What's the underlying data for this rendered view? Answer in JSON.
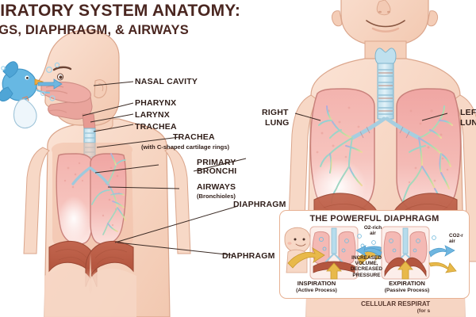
{
  "title": {
    "line1": "PIRATORY SYSTEM ANATOMY:",
    "line2": "NGS, DIAPHRAGM, & AIRWAYS",
    "color": "#4a2620"
  },
  "left_figure": {
    "labels": [
      {
        "id": "nasal-cavity",
        "text": "NASAL CAVITY"
      },
      {
        "id": "pharynx",
        "text": "PHARYNX"
      },
      {
        "id": "larynx",
        "text": "LARYNX"
      },
      {
        "id": "trachea",
        "text": "TRACHEA"
      },
      {
        "id": "trachea-detail",
        "text": "TRACHEA"
      },
      {
        "id": "trachea-detail-sub",
        "text": "(with C-shaped cartilage rings)"
      },
      {
        "id": "primary-bronchi",
        "text": "PRIMARY"
      },
      {
        "id": "primary-bronchi-2",
        "text": "BRONCHI"
      },
      {
        "id": "airways",
        "text": "AIRWAYS"
      },
      {
        "id": "airways-sub",
        "text": "(Bronchioles)"
      },
      {
        "id": "diaphragm-upper",
        "text": "DIAPHRAGM"
      },
      {
        "id": "diaphragm-lower",
        "text": "DIAPHRAGM"
      }
    ],
    "mascot": {
      "name": "bird-mascot",
      "tag_label": "O"
    }
  },
  "right_figure": {
    "labels": [
      {
        "id": "right-lung-1",
        "text": "RIGHT"
      },
      {
        "id": "right-lung-2",
        "text": "LUNG"
      },
      {
        "id": "left-lung-1",
        "text": "LEF"
      },
      {
        "id": "left-lung-2",
        "text": "LUN"
      }
    ]
  },
  "panel": {
    "title": "THE POWERFUL DIAPHRAGM",
    "inspiration": {
      "main": "INSPIRATION",
      "sub": "(Active Process)"
    },
    "expiration": {
      "main": "EXPIRATION",
      "sub": "(Passive Process)"
    },
    "o2_label": "O2-rich\nair",
    "co2_label": "CO2-r\nair",
    "volume_note": "INCREASED\nVOLUME,\nDECREASED\nPRESSURE",
    "border_color": "#e7b193"
  },
  "footer": {
    "line1": "CELLULAR RESPIRAT",
    "line2": "(for s"
  },
  "palette": {
    "skin": "#f7d6c2",
    "skin_shadow": "#eec0a8",
    "lung_pink": "#f0a8a8",
    "lung_light": "#f7c9c6",
    "trachea_blue": "#a9d4e6",
    "diaphragm_red": "#b55a47",
    "arrow_gold": "#e8b94a",
    "arrow_blue": "#6fb6e0",
    "outline": "#c98a72"
  }
}
